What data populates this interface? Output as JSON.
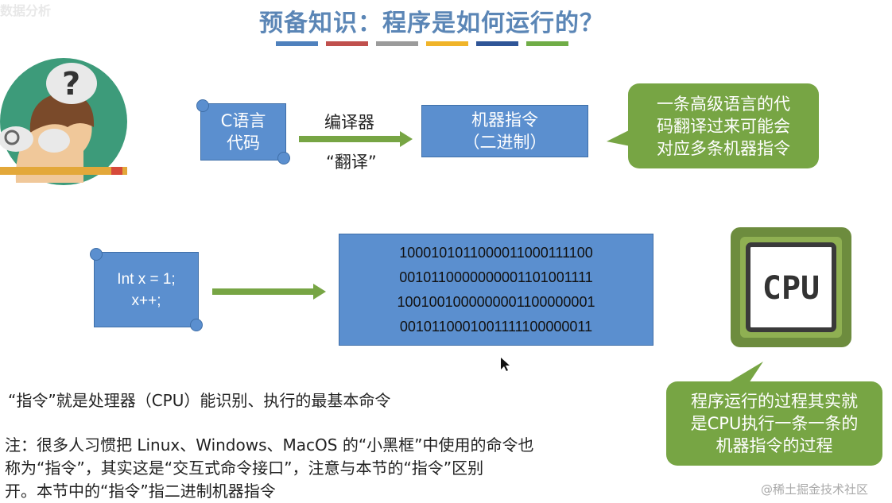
{
  "watermark_top": "数据分析",
  "title": "预备知识：程序是如何运行的？",
  "title_bar_colors": [
    "#4f81bd",
    "#c0504d",
    "#9b9b9b",
    "#f0b429",
    "#2f5597",
    "#70ad47"
  ],
  "top_flow": {
    "source_line1": "C语言",
    "source_line2": "代码",
    "arrow_label_top": "编译器",
    "arrow_label_bottom": "“翻译”",
    "target_line1": "机器指令",
    "target_line2": "（二进制）"
  },
  "callout_top": {
    "line1": "一条高级语言的代",
    "line2": "码翻译过来可能会",
    "line3": "对应多条机器指令"
  },
  "code_example": {
    "line1": "Int x = 1;",
    "line2": "x++;"
  },
  "binary_lines": [
    "1000101011000011000111100",
    "0010110000000001101001111",
    "1001001000000001100000001",
    "0010110001001111100000011"
  ],
  "cpu_label": "CPU",
  "callout_bottom": {
    "line1": "程序运行的过程其实就",
    "line2": "是CPU执行一条一条的",
    "line3": "机器指令的过程"
  },
  "definition": "“指令”就是处理器（CPU）能识别、执行的最基本命令",
  "note_lines": [
    "注：很多人习惯把 Linux、Windows、MacOS 的“小黑框”中使用的命令也",
    "称为“指令”，其实这是“交互式命令接口”，注意与本节的“指令”区别",
    "开。本节中的“指令”指二进制机器指令"
  ],
  "watermark": "@稀土掘金技术社区",
  "colors": {
    "title": "#5b86b6",
    "blue_box": "#5b8fcf",
    "green": "#77a544"
  }
}
